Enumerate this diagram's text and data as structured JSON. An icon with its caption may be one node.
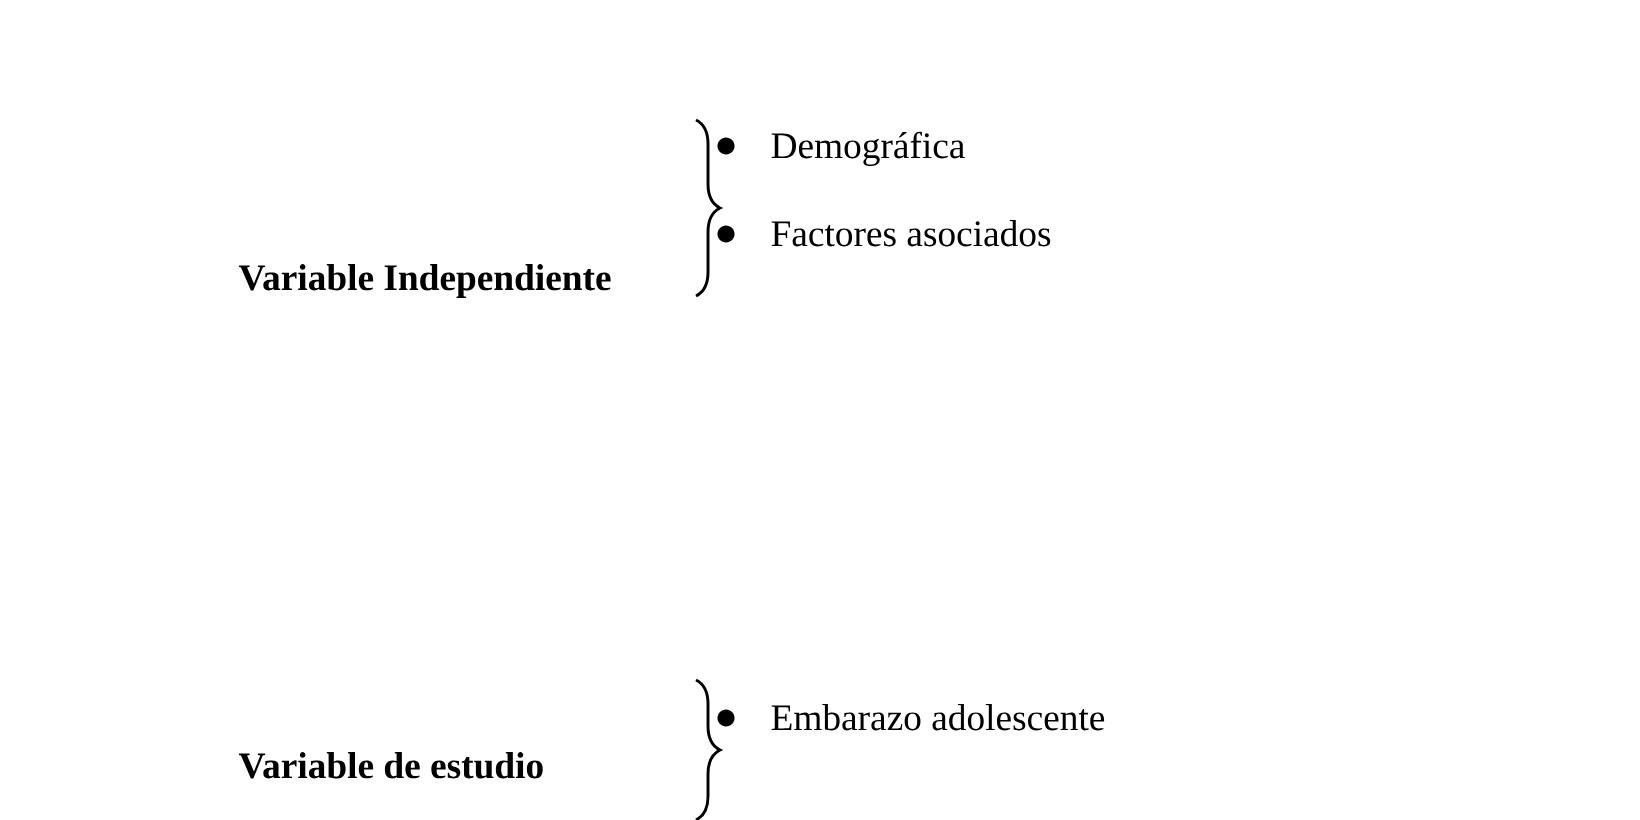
{
  "diagram": {
    "labels": [
      "Demográfica",
      "Variable Independiente",
      "Factores asociados",
      "Embarazo adolescente",
      "Variable de estudio"
    ]
  }
}
